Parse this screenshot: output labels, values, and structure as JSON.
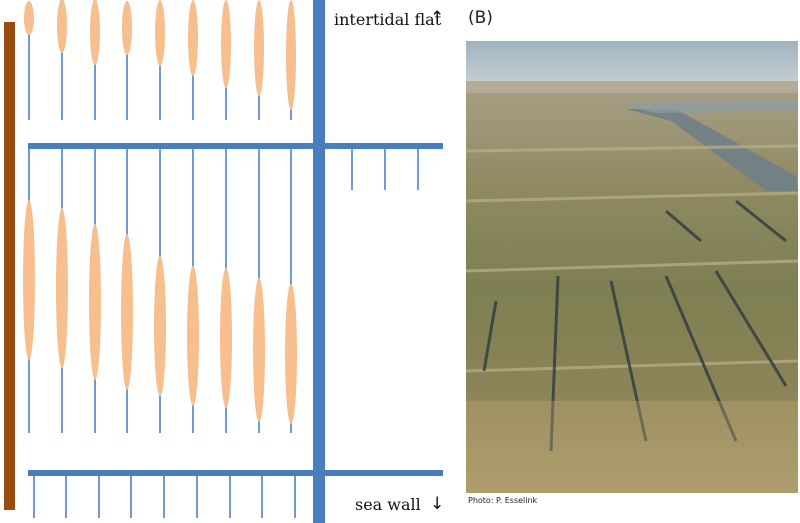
{
  "diagram": {
    "top_label": "intertidal flat",
    "bottom_label": "sea wall",
    "up_arrow": "↑",
    "down_arrow": "↓",
    "colors": {
      "sea_wall": "#994C0F",
      "ditch": "#4A7CC0",
      "drain": "#4F80C6",
      "sediment": "#F7BE8E"
    }
  },
  "photo_panel": {
    "panel_label": "(B)",
    "credit": "Photo: P. Esselink"
  }
}
